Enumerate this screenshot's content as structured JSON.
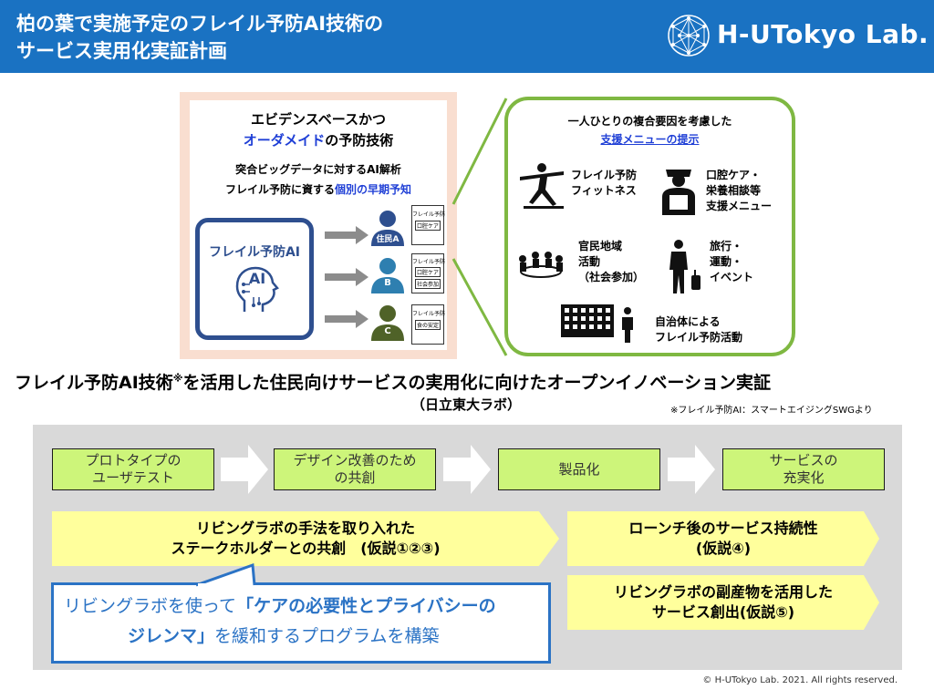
{
  "header": {
    "title_line1": "柏の葉で実施予定のフレイル予防AI技術の",
    "title_line2": "サービス実用化実証計画",
    "logo_text": "H-UTokyo Lab.",
    "bg_color": "#1a72c2"
  },
  "left_panel": {
    "line1": "エビデンスベースかつ",
    "line2_highlight": "オーダメイド",
    "line2_rest": "の予防技術",
    "line3": "突合ビッグデータに対するAI解析",
    "line4_pre": "フレイル予防に資する",
    "line4_highlight": "個別の早期予知",
    "ai_label": "フレイル予防AI",
    "ai_icon_text": "AI",
    "residents": [
      {
        "label": "住民A",
        "color": "#2e4f8f",
        "doc_title": "フレイル予防",
        "doc_items": [
          "口腔ケア"
        ]
      },
      {
        "label": "B",
        "color": "#2e7fb0",
        "doc_title": "フレイル予防",
        "doc_items": [
          "口腔ケア",
          "社会参加"
        ]
      },
      {
        "label": "C",
        "color": "#4f6228",
        "doc_title": "フレイル予防",
        "doc_items": [
          "食の安定"
        ]
      }
    ]
  },
  "right_panel": {
    "title": "一人ひとりの複合要因を考慮した",
    "subtitle": "支援メニューの提示",
    "items": [
      {
        "text": "フレイル予防\nフィットネス",
        "icon": "yoga-pose-icon"
      },
      {
        "text": "口腔ケア・\n栄養相談等\n支援メニュー",
        "icon": "consultant-icon"
      },
      {
        "text": "官民地域\n活動\n（社会参加）",
        "icon": "meeting-table-icon"
      },
      {
        "text": "旅行・\n運動・\nイベント",
        "icon": "traveler-icon"
      },
      {
        "text": "自治体による\nフレイル予防活動",
        "icon": "city-hall-icon"
      }
    ]
  },
  "main_heading": {
    "text_pre": "フレイル予防AI技術",
    "mark": "※",
    "text_post": "を活用した住民向けサービスの実用化に向けたオープンイノベーション実証",
    "sub": "（日立東大ラボ）",
    "note": "※フレイル予防AI：スマートエイジングSWGより"
  },
  "flow": {
    "steps": [
      "プロトタイプの\nユーザテスト",
      "デザイン改善のため\nの共創",
      "製品化",
      "サービスの\n充実化"
    ],
    "bar1": "リビングラボの手法を取り入れた\nステークホルダーとの共創　(仮説①②③)",
    "bar2": "ローンチ後のサービス持続性\n(仮説④)",
    "bar3": "リビングラボの副産物を活用した\nサービス創出(仮説⑤)",
    "callout": {
      "line1_pre": "リビングラボを使って",
      "line1_bold": "「ケアの必要性とプライバシーの",
      "line2_bold": "ジレンマ」",
      "line2_rest": "を緩和するプログラムを構築"
    }
  },
  "footer": "© H-UTokyo Lab. 2021. All rights reserved.",
  "colors": {
    "accent_blue": "#1a72c2",
    "highlight_blue": "#1f3fd6",
    "step_green": "#cdf57a",
    "bar_yellow": "#ffff9c",
    "panel_green": "#7fb842"
  }
}
